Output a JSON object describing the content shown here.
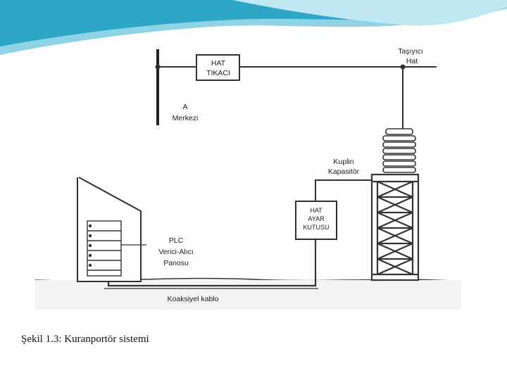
{
  "header": {
    "wave_colors": [
      "#8fd3e6",
      "#2ea7c7",
      "#bfe8f2"
    ]
  },
  "diagram": {
    "labels": {
      "line_trap_1": "HAT",
      "line_trap_2": "TIKACI",
      "carrier_line_1": "Taşıyıcı",
      "carrier_line_2": "Hat",
      "station_1": "A",
      "station_2": "Merkezi",
      "coupling_cap_1": "Kuplin",
      "coupling_cap_2": "Kapasitör",
      "tuning_box_1": "HAT",
      "tuning_box_2": "AYAR",
      "tuning_box_3": "KUTUSU",
      "plc_panel_1": "PLC",
      "plc_panel_2": "Verici-Alıcı",
      "plc_panel_3": "Panosu",
      "coax_cable": "Koaksiyel kablo"
    }
  },
  "caption": {
    "text": "Şekil 1.3: Kuranportör sistemi"
  }
}
